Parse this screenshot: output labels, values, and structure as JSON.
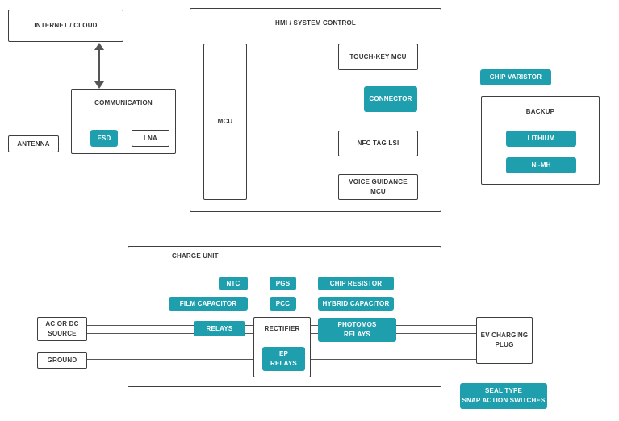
{
  "colors": {
    "teal": "#1f9fae",
    "border": "#3e3e3e",
    "line": "#555555",
    "text": "#363636",
    "chip_text": "#ffffff",
    "background": "#ffffff"
  },
  "diagram": {
    "internet_cloud": "INTERNET / CLOUD",
    "antenna": "ANTENNA",
    "communication": {
      "title": "COMMUNICATION",
      "esd": "ESD",
      "lna": "LNA"
    },
    "hmi": {
      "title": "HMI / SYSTEM CONTROL",
      "mcu": "MCU",
      "touch_key_mcu": "TOUCH-KEY MCU",
      "connector": "CONNECTOR",
      "nfc_tag_lsi": "NFC TAG LSI",
      "voice_guidance_mcu": "VOICE GUIDANCE\nMCU"
    },
    "chip_varistor": "CHIP VARISTOR",
    "backup": {
      "title": "BACKUP",
      "lithium": "LITHIUM",
      "nimh": "Ni-MH"
    },
    "charge_unit": {
      "title": "CHARGE UNIT",
      "ntc": "NTC",
      "pgs": "PGS",
      "chip_resistor": "CHIP RESISTOR",
      "film_capacitor": "FILM CAPACITOR",
      "pcc": "PCC",
      "hybrid_capacitor": "HYBRID CAPACITOR",
      "relays": "RELAYS",
      "rectifier": "RECTIFIER",
      "photomos_relays": "PHOTOMOS\nRELAYS",
      "ep_relays": "EP\nRELAYS"
    },
    "ac_dc_source": "AC OR DC\nSOURCE",
    "ground": "GROUND",
    "ev_charging_plug": "EV CHARGING\nPLUG",
    "seal_type_switches": "SEAL TYPE\nSNAP ACTION SWITCHES"
  }
}
